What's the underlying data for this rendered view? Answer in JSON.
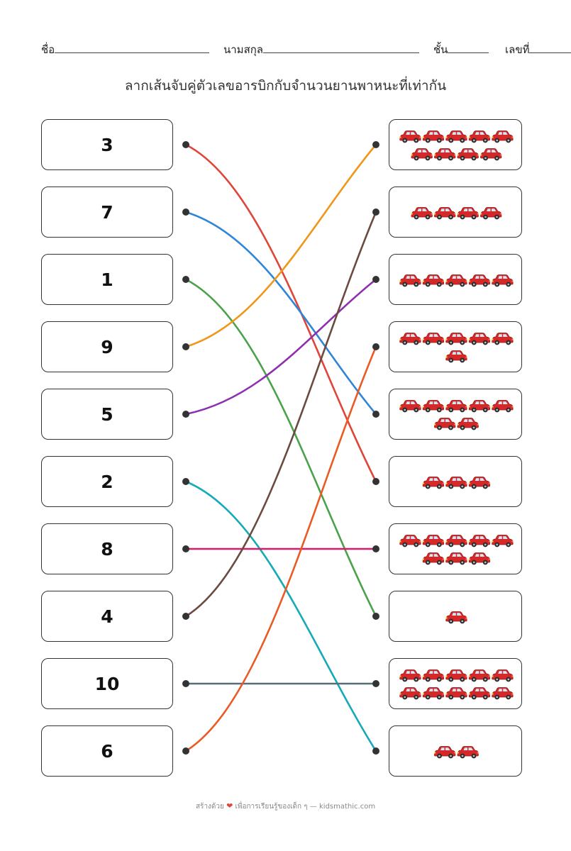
{
  "header": {
    "name_label": "ชื่อ",
    "surname_label": "นามสกุล",
    "class_label": "ชั้น",
    "number_label": "เลขที่"
  },
  "title": "ลากเส้นจับคู่ตัวเลขอารบิกกับจำนวนยานพาหนะที่เท่ากัน",
  "numbers": [
    "3",
    "7",
    "1",
    "9",
    "5",
    "2",
    "8",
    "4",
    "10",
    "6"
  ],
  "car_counts": [
    9,
    4,
    5,
    6,
    7,
    3,
    8,
    1,
    10,
    2
  ],
  "matches": [
    {
      "number": "3",
      "to_row": 6,
      "color": "#e0453a"
    },
    {
      "number": "7",
      "to_row": 5,
      "color": "#2f86d8"
    },
    {
      "number": "1",
      "to_row": 8,
      "color": "#4aa24a"
    },
    {
      "number": "9",
      "to_row": 1,
      "color": "#f0961a"
    },
    {
      "number": "5",
      "to_row": 3,
      "color": "#8e2fb0"
    },
    {
      "number": "2",
      "to_row": 10,
      "color": "#16aab8"
    },
    {
      "number": "8",
      "to_row": 7,
      "color": "#d81b6a"
    },
    {
      "number": "4",
      "to_row": 2,
      "color": "#6b4a3f"
    },
    {
      "number": "10",
      "to_row": 9,
      "color": "#546e7a"
    },
    {
      "number": "6",
      "to_row": 4,
      "color": "#ea5a25"
    }
  ],
  "icon": "car-icon",
  "footer": {
    "prefix": "สร้างด้วย",
    "heart_icon": "heart-icon",
    "suffix": "เพื่อการเรียนรู้ของเด็ก ๆ — kidsmathic.com"
  }
}
